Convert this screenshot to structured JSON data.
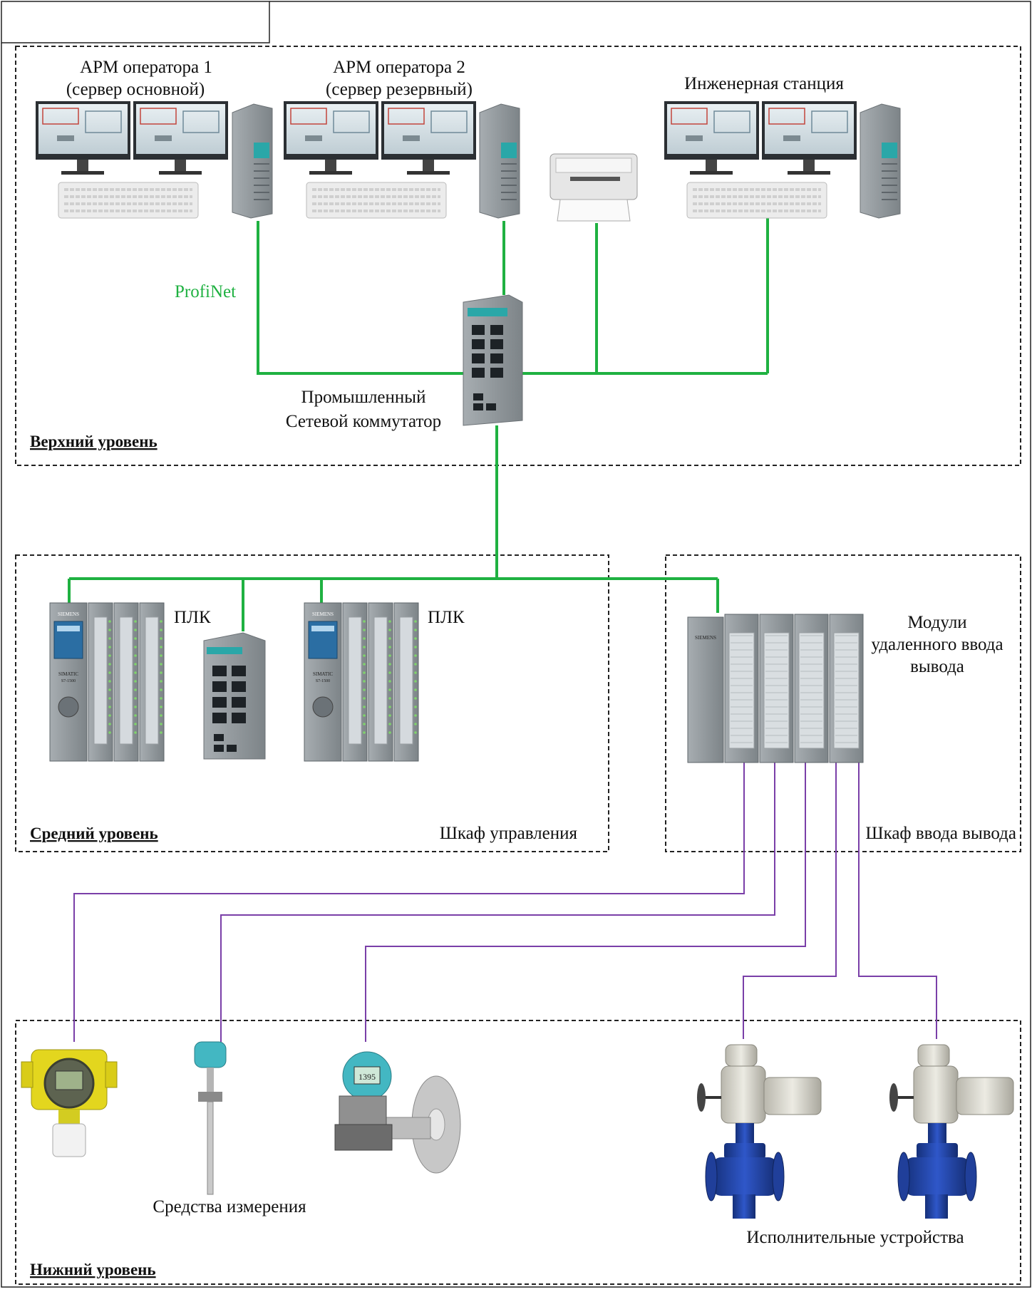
{
  "header_box": "",
  "labels": {
    "arm1_line1": "АРМ оператора 1",
    "arm1_line2": "(сервер основной)",
    "arm2_line1": "АРМ оператора 2",
    "arm2_line2": "(сервер резервный)",
    "eng_station": "Инженерная станция",
    "profinet": "ProfiNet",
    "switch_line1": "Промышленный",
    "switch_line2": "Сетевой коммутатор",
    "plc1": "ПЛК",
    "plc2": "ПЛК",
    "rio_line1": "Модули",
    "rio_line2": "удаленного ввода",
    "rio_line3": "вывода",
    "control_cabinet": "Шкаф управления",
    "io_cabinet": "Шкаф ввода вывода",
    "measuring": "Средства измерения",
    "actuators": "Исполнительные устройства"
  },
  "levels": {
    "upper": "Верхний уровень",
    "middle": "Средний уровень",
    "lower": "Нижний уровень"
  },
  "device_text": {
    "siemens": "SIEMENS",
    "simatic1": "SIMATIC",
    "cpu_model": "S7-1500",
    "transmitter_display": "1395"
  },
  "colors": {
    "network_line": "#1fb141",
    "signal_line": "#7a3fa8",
    "device_body": "#8f969b",
    "device_dark": "#5e656a",
    "siemens_teal": "#2aa7a8",
    "valve_blue": "#1c3f9e",
    "gas_yellow": "#e3d61e",
    "transmitter_teal": "#43b7c2"
  }
}
